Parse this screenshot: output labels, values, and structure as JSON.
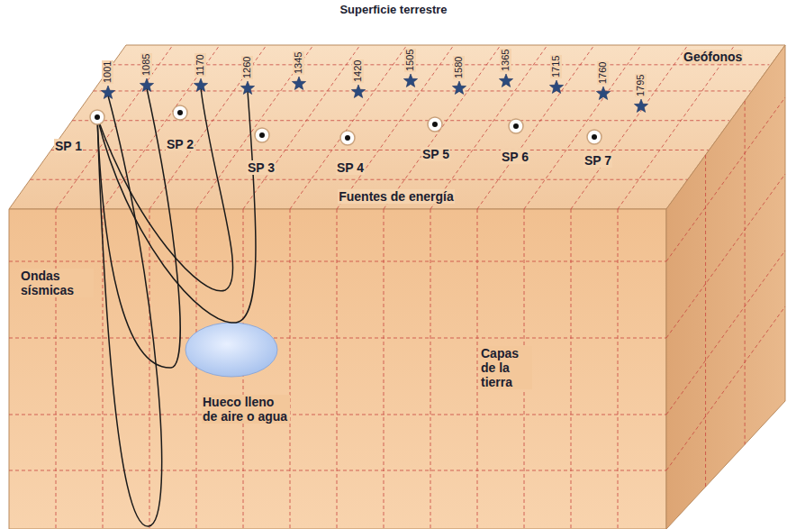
{
  "diagram": {
    "title": "Superficie terrestre",
    "labels": [
      "Geófonos",
      "1001",
      "1085",
      "1170",
      "1260",
      "1345",
      "1420",
      "1505",
      "1580",
      "1365",
      "1715",
      "1760",
      "1795",
      "SP 1",
      "SP 2",
      "SP 3",
      "SP 4",
      "SP 5",
      "SP 6",
      "SP 7",
      "Fuentes de energía",
      "Ondas sísmicas",
      "Hueco lleno de aire o agua",
      "Capas de la tierra"
    ]
  }
}
